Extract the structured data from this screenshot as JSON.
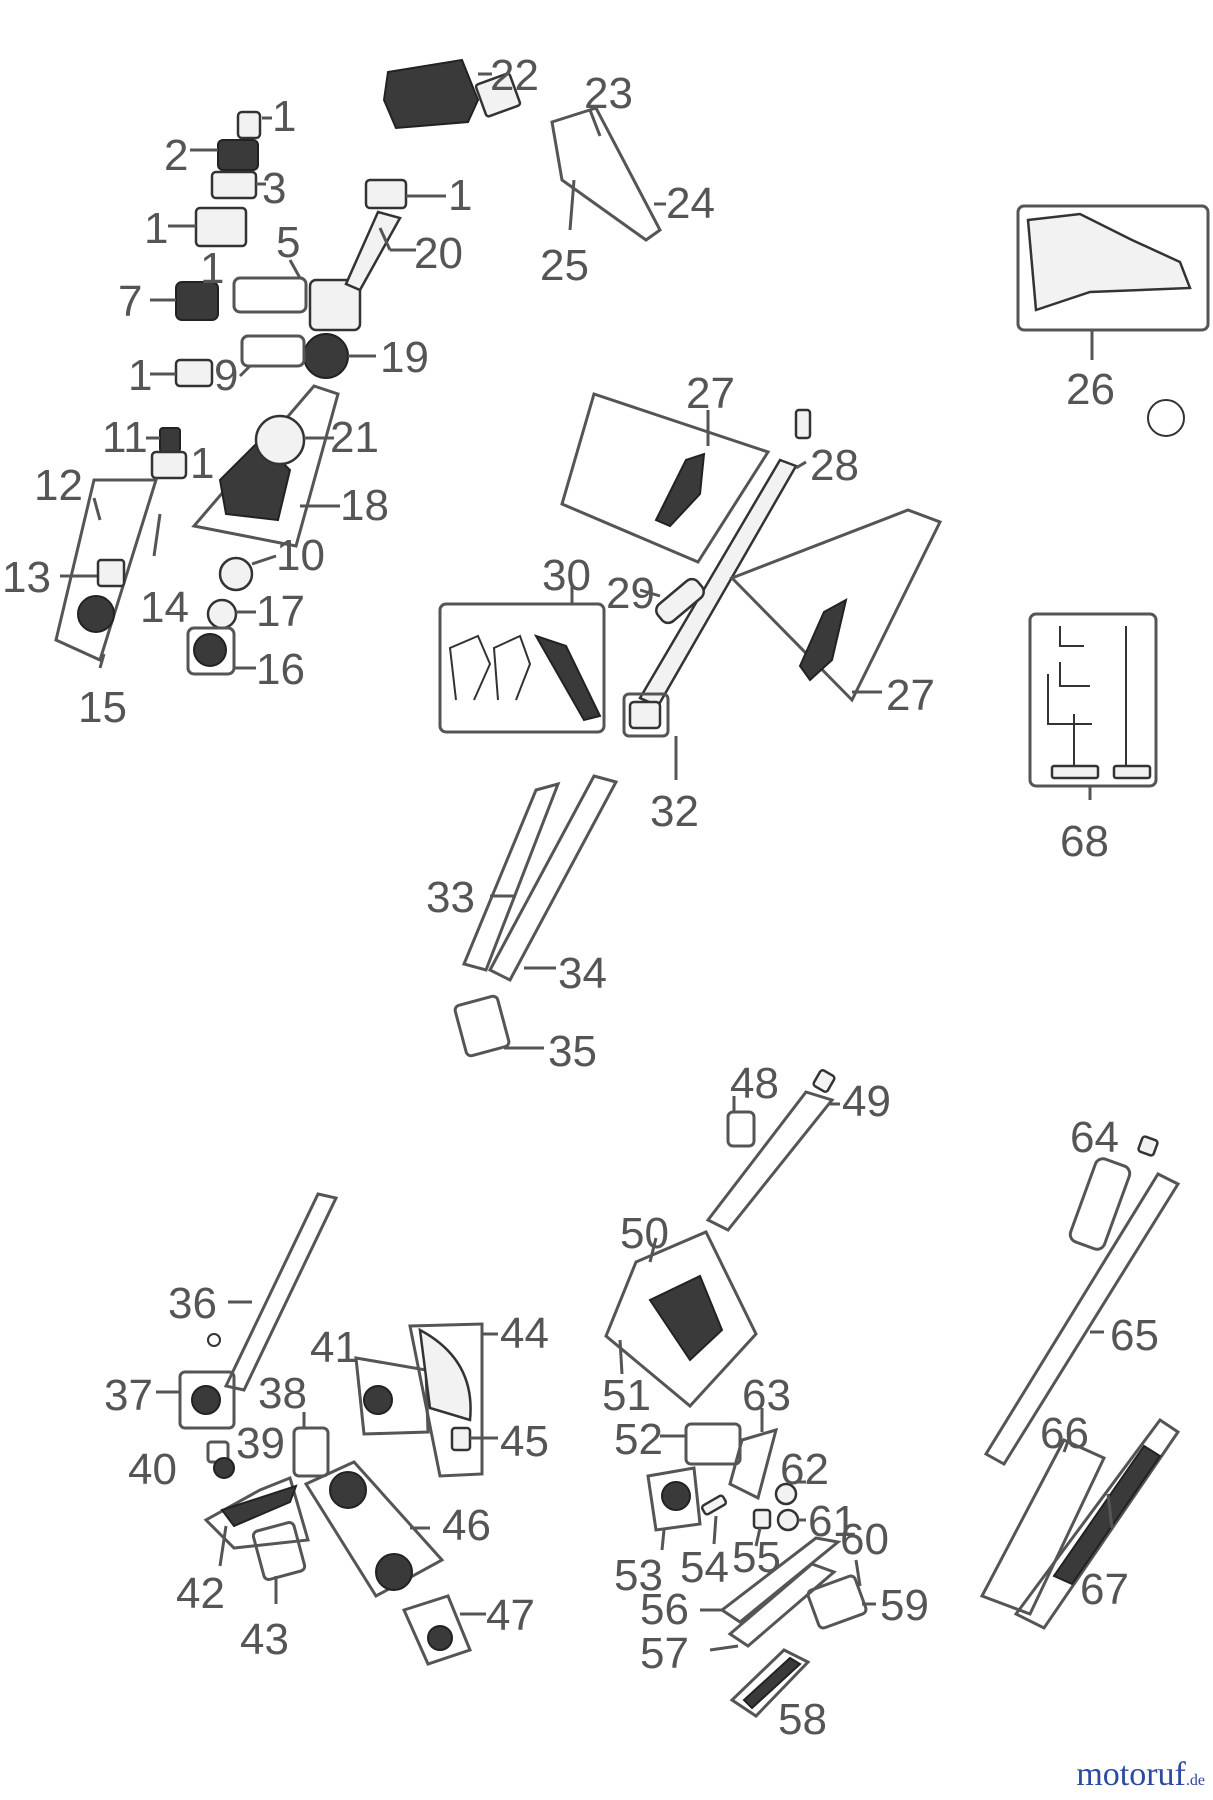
{
  "labels": {
    "l1a": "1",
    "l2": "2",
    "l3": "3",
    "l1b": "1",
    "l5": "5",
    "l7": "7",
    "l1c": "1",
    "l22": "22",
    "l1d": "1",
    "l20": "20",
    "l23": "23",
    "l24": "24",
    "l25": "25",
    "l9": "9",
    "l19": "19",
    "l1e": "1",
    "l21": "21",
    "l11": "11",
    "l1f": "1",
    "l12": "12",
    "l18": "18",
    "l13": "13",
    "l14": "14",
    "l10": "10",
    "l17": "17",
    "l16": "16",
    "l15": "15",
    "l26": "26",
    "l27a": "27",
    "l28": "28",
    "l27b": "27",
    "l30": "30",
    "l29": "29",
    "l32": "32",
    "l33": "33",
    "l34": "34",
    "l35": "35",
    "l68": "68",
    "l48": "48",
    "l49": "49",
    "l50": "50",
    "l64": "64",
    "l65": "65",
    "l36": "36",
    "l41": "41",
    "l44": "44",
    "l37": "37",
    "l38": "38",
    "l51": "51",
    "l63": "63",
    "l39": "39",
    "l45": "45",
    "l52": "52",
    "l62": "62",
    "l40": "40",
    "l46": "46",
    "l61": "61",
    "l60": "60",
    "l66": "66",
    "l42": "42",
    "l55": "55",
    "l53": "53",
    "l54": "54",
    "l59": "59",
    "l67": "67",
    "l43": "43",
    "l47": "47",
    "l56": "56",
    "l57": "57",
    "l58": "58"
  },
  "brand": {
    "name": "motoruf",
    "tld": ".de"
  }
}
